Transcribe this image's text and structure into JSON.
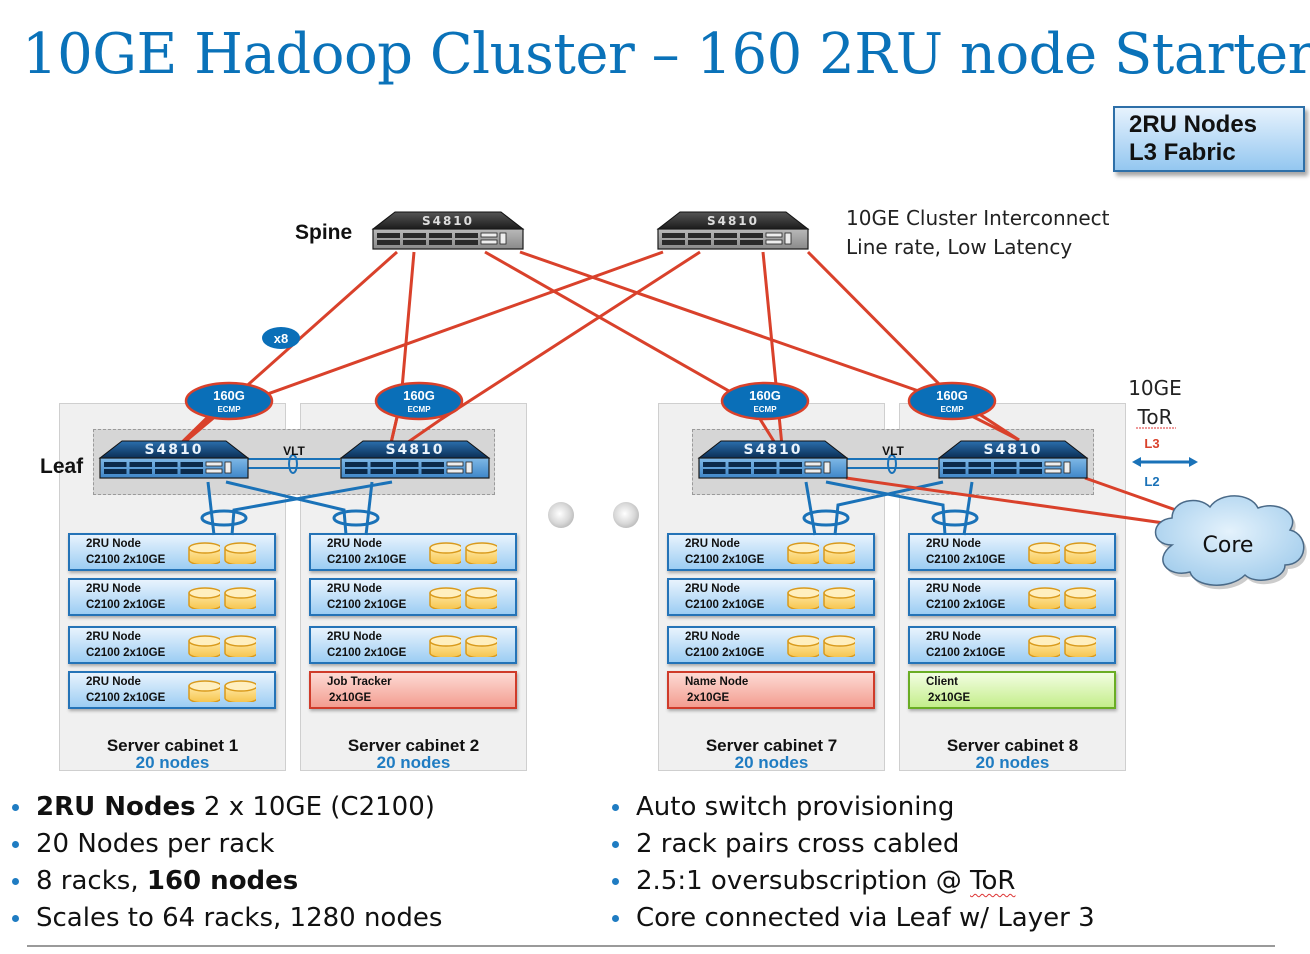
{
  "title": "10GE Hadoop Cluster – 160 2RU node Starter",
  "badge": {
    "line1": "2RU Nodes",
    "line2": "L3 Fabric"
  },
  "labels": {
    "spine": "Spine",
    "leaf": "Leaf"
  },
  "interconnect_note": {
    "line1": "10GE Cluster Interconnect",
    "line2": "Line rate, Low Latency"
  },
  "switch_model": "S4810",
  "link_multiplier": "x8",
  "uplink_bundle": {
    "speed": "160G",
    "type": "ECMP"
  },
  "vlt_label": "VLT",
  "tor_legend": {
    "line1": "10GE",
    "line2": "ToR",
    "l3": "L3",
    "l2": "L2"
  },
  "core_label": "Core",
  "colors": {
    "title": "#0a72b9",
    "l3_link": "#d9412b",
    "l2_link": "#1a72b8",
    "accent": "#1f7cc2"
  },
  "cabinets": [
    {
      "title": "Server cabinet 1",
      "subtitle": "20 nodes",
      "nodes": [
        {
          "line1": "2RU Node",
          "line2": "C2100 2x10GE",
          "kind": "data"
        },
        {
          "line1": "2RU Node",
          "line2": "C2100 2x10GE",
          "kind": "data"
        },
        {
          "line1": "2RU Node",
          "line2": "C2100 2x10GE",
          "kind": "data"
        },
        {
          "line1": "2RU Node",
          "line2": "C2100 2x10GE",
          "kind": "data"
        }
      ]
    },
    {
      "title": "Server cabinet 2",
      "subtitle": "20 nodes",
      "nodes": [
        {
          "line1": "2RU Node",
          "line2": "C2100 2x10GE",
          "kind": "data"
        },
        {
          "line1": "2RU Node",
          "line2": "C2100 2x10GE",
          "kind": "data"
        },
        {
          "line1": "2RU Node",
          "line2": "C2100 2x10GE",
          "kind": "data"
        },
        {
          "line1": "Job Tracker",
          "line2": "2x10GE",
          "kind": "master"
        }
      ]
    },
    {
      "title": "Server cabinet 7",
      "subtitle": "20 nodes",
      "nodes": [
        {
          "line1": "2RU Node",
          "line2": "C2100 2x10GE",
          "kind": "data"
        },
        {
          "line1": "2RU Node",
          "line2": "C2100 2x10GE",
          "kind": "data"
        },
        {
          "line1": "2RU Node",
          "line2": "C2100 2x10GE",
          "kind": "data"
        },
        {
          "line1": "Name Node",
          "line2": "2x10GE",
          "kind": "master"
        }
      ]
    },
    {
      "title": "Server cabinet 8",
      "subtitle": "20 nodes",
      "nodes": [
        {
          "line1": "2RU Node",
          "line2": "C2100 2x10GE",
          "kind": "data"
        },
        {
          "line1": "2RU Node",
          "line2": "C2100 2x10GE",
          "kind": "data"
        },
        {
          "line1": "2RU Node",
          "line2": "C2100 2x10GE",
          "kind": "data"
        },
        {
          "line1": "Client",
          "line2": "2x10GE",
          "kind": "client"
        }
      ]
    }
  ],
  "bullets_left": [
    {
      "bold": "2RU Nodes",
      "text": " 2 x 10GE (C2100)"
    },
    {
      "bold": "",
      "text": "20 Nodes per rack"
    },
    {
      "pre": "8 racks, ",
      "bold": "160 nodes",
      "text": ""
    },
    {
      "bold": "",
      "text": "Scales to 64 racks, 1280 nodes"
    }
  ],
  "bullets_right": [
    {
      "text": "Auto switch provisioning"
    },
    {
      "text": "2 rack pairs cross cabled"
    },
    {
      "text": "2.5:1 oversubscription @ ",
      "flagged": "ToR"
    },
    {
      "text": "Core connected via Leaf w/ Layer 3"
    }
  ]
}
